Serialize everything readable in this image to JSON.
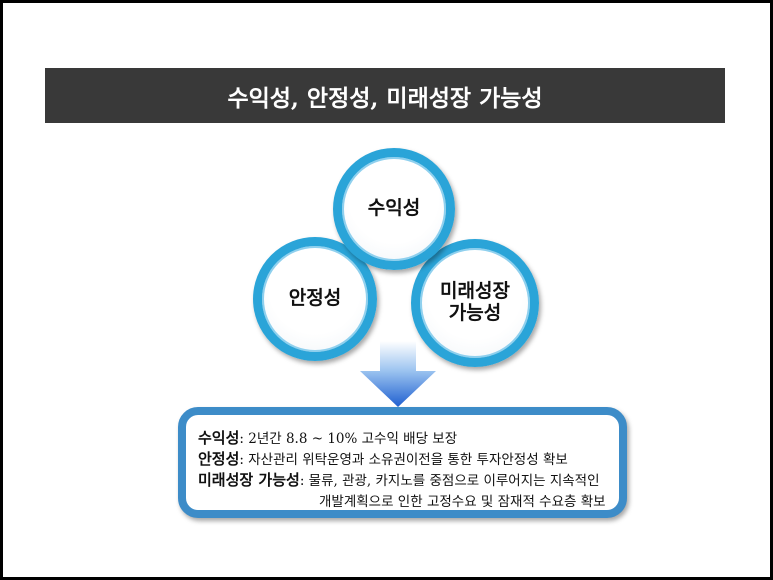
{
  "title": "수익성, 안정성, 미래성장 가능성",
  "circles": {
    "top": "수익성",
    "left": "안정성",
    "right_line1": "미래성장",
    "right_line2": "가능성"
  },
  "details": [
    {
      "label": "수익성",
      "text": ": 2년간 8.8 ~ 10% 고수익 배당 보장"
    },
    {
      "label": "안정성",
      "text": ": 자산관리 위탁운영과 소유권이전을 통한 투자안정성 확보"
    },
    {
      "label": "미래성장 가능성",
      "text": ": 물류, 관광, 카지노를 중점으로 이루어지는 지속적인",
      "text2": "개발계획으로 인한 고정수요 및 잠재적 수요층 확보"
    }
  ],
  "colors": {
    "title_bg": "#393939",
    "circle_ring": "#2aa4d8",
    "box_border": "#3d8cc8",
    "arrow": "#1f5fd0"
  }
}
